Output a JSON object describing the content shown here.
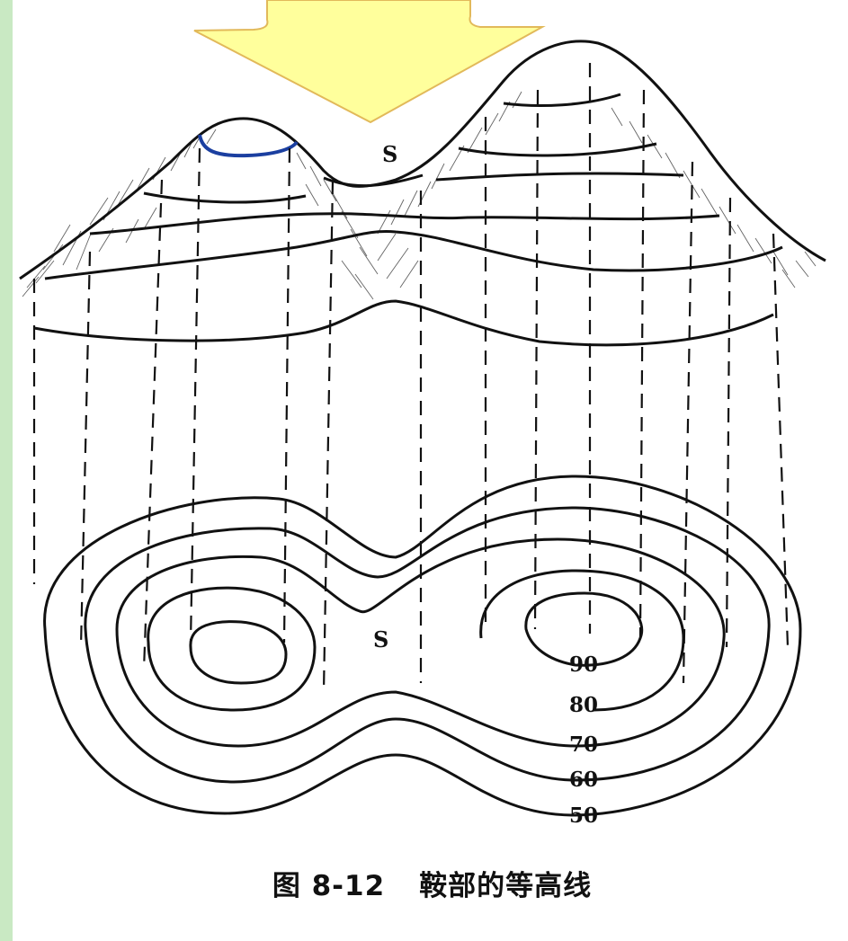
{
  "figure": {
    "saddle_label_top": "S",
    "saddle_label_bottom": "S",
    "contour_labels": [
      "90",
      "80",
      "70",
      "60",
      "50"
    ],
    "caption_number": "图 8-12",
    "caption_title": "鞍部的等高线"
  },
  "colors": {
    "page_border": "#c9e9c3",
    "arrow_fill": "#ffff9c",
    "arrow_stroke": "#e2b95a",
    "highlight_contour": "#1b3fa0",
    "ink": "#111111"
  },
  "icons": [
    "down-arrow-icon"
  ]
}
